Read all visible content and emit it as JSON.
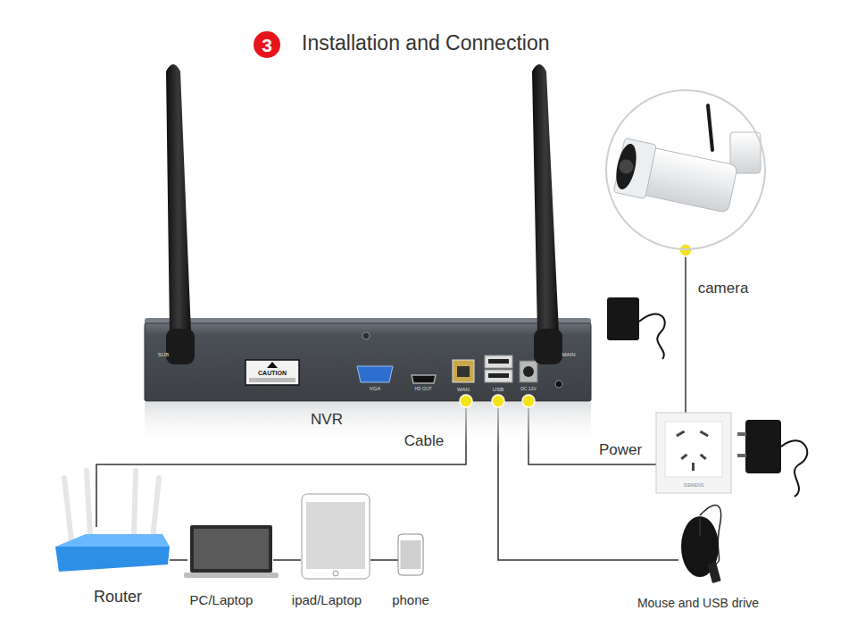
{
  "diagram": {
    "title": "Installation and Connection",
    "nodes": [
      {
        "text": [
          "3"
        ]
      },
      {
        "text": [
          "NVR"
        ]
      },
      {
        "text": [
          "Router"
        ]
      },
      {
        "text": [
          "PC/Laptop"
        ]
      },
      {
        "text": [
          "ipad/Laptop"
        ]
      },
      {
        "text": [
          "phone"
        ]
      },
      {
        "text": [
          "Mouse and USB drive"
        ]
      },
      {
        "text": [
          "camera"
        ]
      },
      {
        "text": [
          "SIEMENS"
        ]
      }
    ],
    "edges": [
      {
        "from": 1,
        "to": 2,
        "label": "Cable",
        "arrow": "none"
      },
      {
        "from": 1,
        "to": 6,
        "arrow": "none"
      },
      {
        "from": 1,
        "to": 8,
        "label": "Power",
        "arrow": "none"
      },
      {
        "from": 8,
        "to": 7,
        "arrow": "none"
      },
      {
        "from": 2,
        "to": 3,
        "arrow": "none"
      },
      {
        "from": 3,
        "to": 4,
        "arrow": "none"
      },
      {
        "from": 4,
        "to": 5,
        "arrow": "none"
      }
    ],
    "labels": [
      "SUB",
      "MAIN",
      "CAUTION",
      "VGA",
      "HD OUT",
      "WAN",
      "USB",
      "DC 12V"
    ]
  }
}
